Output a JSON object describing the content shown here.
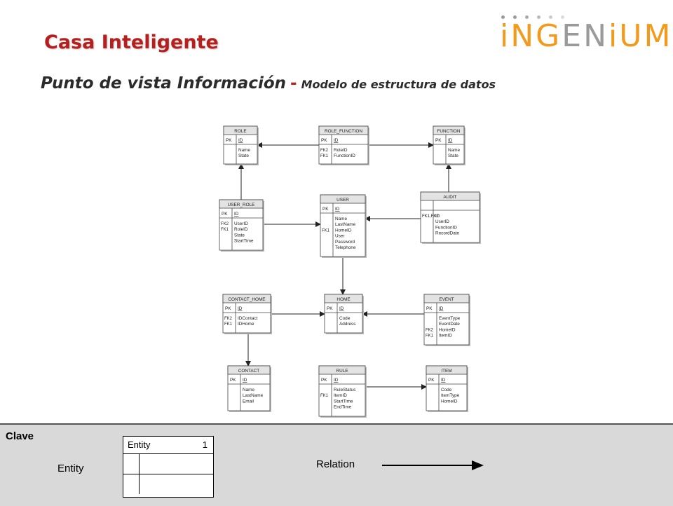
{
  "header": {
    "title": "Casa Inteligente",
    "subtitle_main": "Punto de vista Información",
    "subtitle_sep": "-",
    "subtitle_second": "Modelo de estructura de datos"
  },
  "logo": {
    "text": "iNGENiUM",
    "colors": {
      "orange": "#f29a1d",
      "gray": "#9a9a9a"
    }
  },
  "diagram": {
    "entities": [
      {
        "id": "role",
        "name": "ROLE",
        "pk": "ID",
        "fk_keys": [],
        "attributes": [
          "Name",
          "State"
        ]
      },
      {
        "id": "role_function",
        "name": "ROLE_FUNCTION",
        "pk": "ID",
        "fk_keys": [
          "FK2",
          "FK1"
        ],
        "attributes": [
          "RoleID",
          "FunctionID"
        ]
      },
      {
        "id": "function",
        "name": "FUNCTION",
        "pk": "ID",
        "fk_keys": [],
        "attributes": [
          "Name",
          "State"
        ]
      },
      {
        "id": "user_role",
        "name": "USER_ROLE",
        "pk": "ID",
        "fk_keys": [
          "FK2",
          "FK1"
        ],
        "attributes": [
          "UserID",
          "RoleID",
          "State",
          "StartTime"
        ]
      },
      {
        "id": "user",
        "name": "USER",
        "pk": "ID",
        "fk_keys": [
          "",
          "",
          "FK1"
        ],
        "attributes": [
          "Name",
          "LastName",
          "HomeID",
          "User",
          "Password",
          "Telephone"
        ]
      },
      {
        "id": "audit",
        "name": "AUDIT",
        "pk": "",
        "fk_keys": [
          "FK1,FK2"
        ],
        "attributes": [
          "ID",
          "UserID",
          "FunctionID",
          "RecordDate"
        ]
      },
      {
        "id": "contact_home",
        "name": "CONTACT_HOME",
        "pk": "ID",
        "fk_keys": [
          "FK2",
          "FK1"
        ],
        "attributes": [
          "IDContact",
          "IDHome"
        ]
      },
      {
        "id": "home",
        "name": "HOME",
        "pk": "ID",
        "fk_keys": [],
        "attributes": [
          "Code",
          "Address"
        ]
      },
      {
        "id": "event",
        "name": "EVENT",
        "pk": "ID",
        "fk_keys": [
          "",
          "",
          "FK2",
          "FK1"
        ],
        "attributes": [
          "EventType",
          "EventDate",
          "HomeID",
          "ItemID"
        ]
      },
      {
        "id": "contact",
        "name": "CONTACT",
        "pk": "ID",
        "fk_keys": [],
        "attributes": [
          "Name",
          "LastName",
          "Email"
        ]
      },
      {
        "id": "rule",
        "name": "RULE",
        "pk": "ID",
        "fk_keys": [
          "",
          "FK1"
        ],
        "attributes": [
          "RuleStatus",
          "ItemID",
          "StartTime",
          "EndTime"
        ]
      },
      {
        "id": "item",
        "name": "ITEM",
        "pk": "ID",
        "fk_keys": [],
        "attributes": [
          "Code",
          "ItemType",
          "HomeID"
        ]
      }
    ],
    "relations": [
      {
        "from": "role_function",
        "to": "role"
      },
      {
        "from": "role_function",
        "to": "function"
      },
      {
        "from": "user_role",
        "to": "role"
      },
      {
        "from": "user_role",
        "to": "user"
      },
      {
        "from": "audit",
        "to": "function"
      },
      {
        "from": "audit",
        "to": "user"
      },
      {
        "from": "user",
        "to": "home"
      },
      {
        "from": "contact_home",
        "to": "home"
      },
      {
        "from": "contact_home",
        "to": "contact"
      },
      {
        "from": "event",
        "to": "home"
      },
      {
        "from": "rule",
        "to": "item"
      }
    ]
  },
  "legend": {
    "title": "Clave",
    "entity_label": "Entity",
    "entity_box_name": "Entity",
    "entity_box_number": "1",
    "relation_label": "Relation"
  }
}
